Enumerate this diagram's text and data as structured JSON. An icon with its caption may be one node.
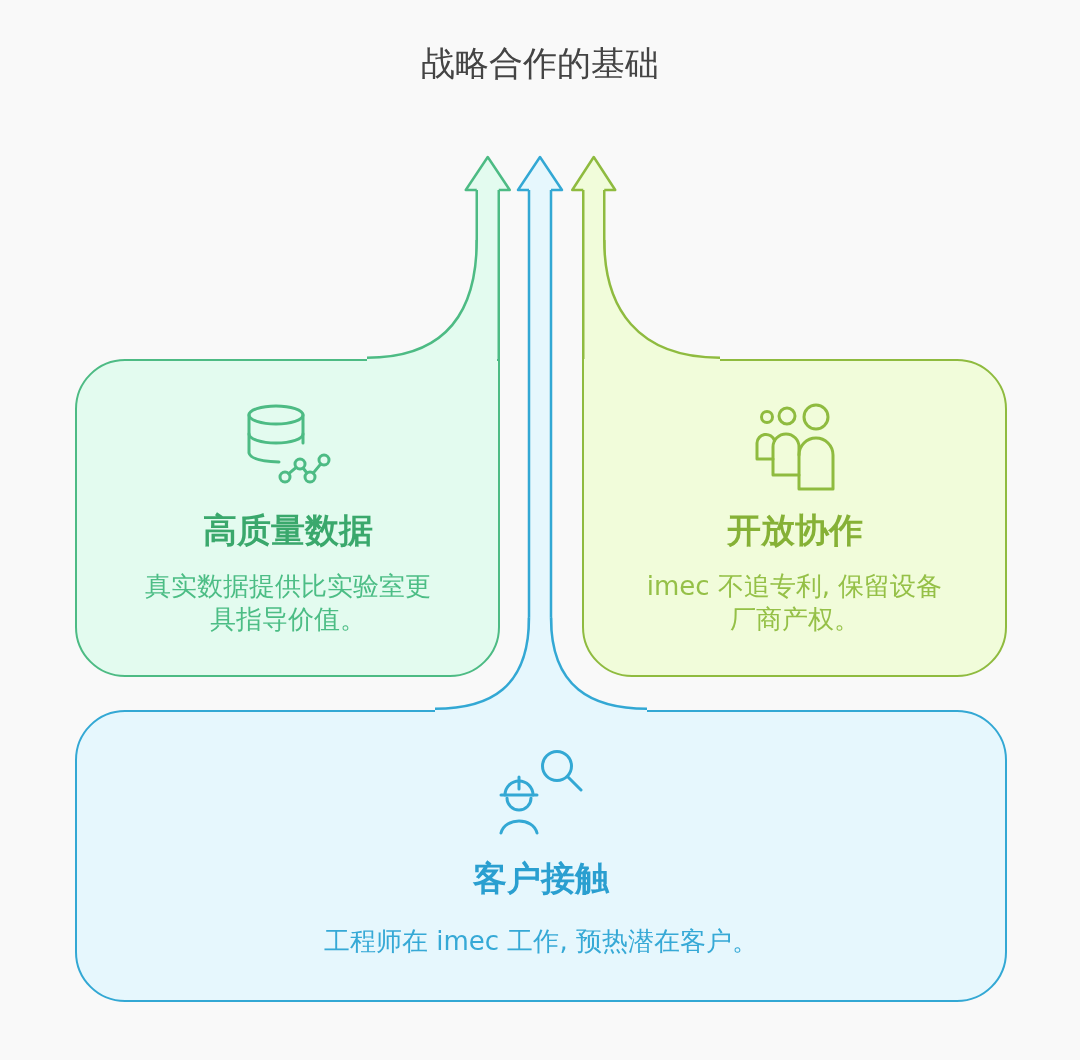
{
  "diagram": {
    "title": "战略合作的基础",
    "nodes": [
      {
        "text": [
          "高质量数据",
          "真实数据提供比实验室更具指导价值。"
        ]
      },
      {
        "text": [
          "开放协作",
          "imec 不追专利, 保留设备厂商产权。"
        ]
      },
      {
        "text": [
          "客户接触",
          "工程师在 imec 工作, 预热潜在客户。"
        ]
      }
    ],
    "edges": [
      {
        "from": 0,
        "to": null,
        "arrow": "to",
        "color": "#4dbb84"
      },
      {
        "from": 2,
        "to": null,
        "arrow": "to",
        "color": "#33a8d4"
      },
      {
        "from": 1,
        "to": null,
        "arrow": "to",
        "color": "#8fbb3f"
      }
    ]
  }
}
